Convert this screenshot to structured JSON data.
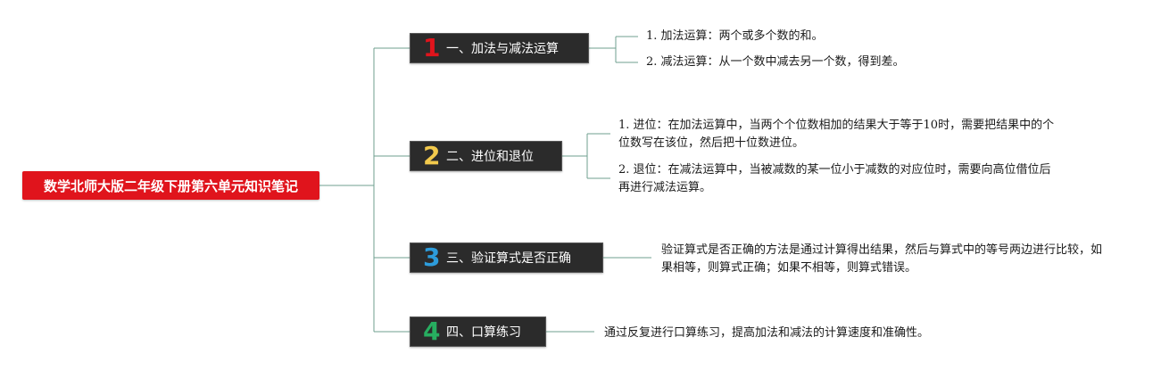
{
  "root": {
    "title": "数学北师大版二年级下册第六单元知识笔记"
  },
  "branches": [
    {
      "number": "1",
      "number_color": "#e0141c",
      "title": "一、加法与减法运算",
      "leaves": [
        "1. 加法运算：两个或多个数的和。",
        "2. 减法运算：从一个数中减去另一个数，得到差。"
      ]
    },
    {
      "number": "2",
      "number_color": "#f2c94c",
      "title": "二、进位和退位",
      "leaves": [
        "1. 进位：在加法运算中，当两个个位数相加的结果大于等于10时，需要把结果中的个位数写在该位，然后把十位数进位。",
        "2. 退位：在减法运算中，当被减数的某一位小于减数的对应位时，需要向高位借位后再进行减法运算。"
      ]
    },
    {
      "number": "3",
      "number_color": "#2d9cdb",
      "title": "三、验证算式是否正确",
      "leaves": [
        "验证算式是否正确的方法是通过计算得出结果，然后与算式中的等号两边进行比较，如果相等，则算式正确；如果不相等，则算式错误。"
      ]
    },
    {
      "number": "4",
      "number_color": "#27ae60",
      "title": "四、口算练习",
      "leaves": [
        "通过反复进行口算练习，提高加法和减法的计算速度和准确性。"
      ]
    }
  ],
  "colors": {
    "connector": "#6f9f8f"
  }
}
